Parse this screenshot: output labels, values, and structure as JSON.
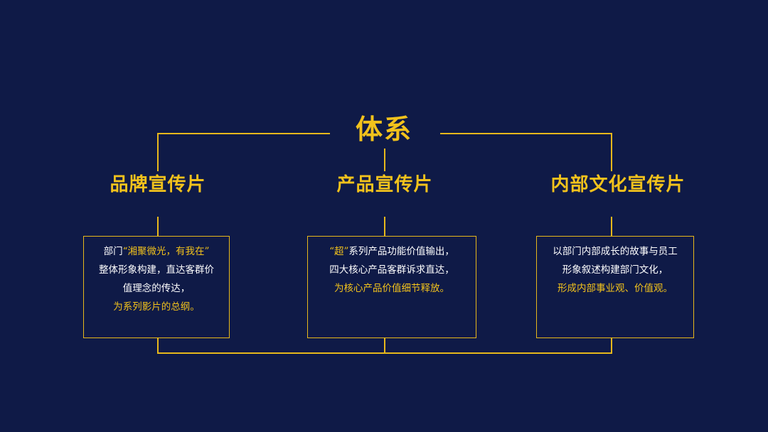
{
  "diagram": {
    "title": "体系",
    "branches": [
      {
        "label": "品牌宣传片",
        "lines": [
          [
            {
              "text": "部门",
              "tone": "white"
            },
            {
              "text": "“湘聚微光，有我在”",
              "tone": "yellow"
            }
          ],
          [
            {
              "text": "整体形象构建，直达客群价",
              "tone": "white"
            }
          ],
          [
            {
              "text": "值理念的传达，",
              "tone": "white"
            }
          ],
          [
            {
              "text": "为系列影片的总纲。",
              "tone": "yellow"
            }
          ]
        ]
      },
      {
        "label": "产品宣传片",
        "lines": [
          [
            {
              "text": "“超”",
              "tone": "yellow"
            },
            {
              "text": "系列产品功能价值输出，",
              "tone": "white"
            }
          ],
          [
            {
              "text": "四大核心产品客群诉求直达，",
              "tone": "white"
            }
          ],
          [
            {
              "text": "为核心产品价值细节释放。",
              "tone": "yellow"
            }
          ]
        ]
      },
      {
        "label": "内部文化宣传片",
        "lines": [
          [
            {
              "text": "以部门内部成长的故事与员工",
              "tone": "white"
            }
          ],
          [
            {
              "text": "形象叙述构建部门文化，",
              "tone": "white"
            }
          ],
          [
            {
              "text": "形成内部事业观、价值观。",
              "tone": "yellow"
            }
          ]
        ]
      }
    ]
  },
  "colors": {
    "background": "#0f1a47",
    "accent": "#f2c21c",
    "line": "#e7b81b",
    "text": "#ffffff"
  }
}
